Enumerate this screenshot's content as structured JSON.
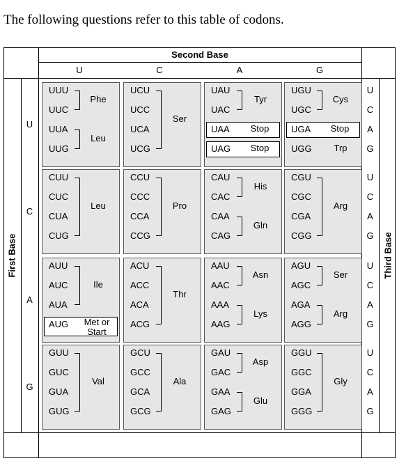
{
  "intro": "The following questions refer to this table of codons.",
  "second_base": {
    "title": "Second Base",
    "letters": [
      "U",
      "C",
      "A",
      "G"
    ]
  },
  "first_base": {
    "title": "First Base",
    "letters": [
      "U",
      "C",
      "A",
      "G"
    ]
  },
  "third_base": {
    "title": "Third Base",
    "letters": [
      "U",
      "C",
      "A",
      "G"
    ]
  },
  "grid": [
    [
      {
        "codons": [
          "UUU",
          "UUC",
          "UUA",
          "UUG"
        ],
        "groups": [
          {
            "start": 0,
            "end": 1,
            "aa": "Phe"
          },
          {
            "start": 2,
            "end": 3,
            "aa": "Leu"
          }
        ]
      },
      {
        "codons": [
          "UCU",
          "UCC",
          "UCA",
          "UCG"
        ],
        "groups": [
          {
            "start": 0,
            "end": 3,
            "aa": "Ser"
          }
        ]
      },
      {
        "codons": [
          "UAU",
          "UAC",
          "UAA",
          "UAG"
        ],
        "groups": [
          {
            "start": 0,
            "end": 1,
            "aa": "Tyr"
          },
          {
            "start": 2,
            "end": 2,
            "aa": "Stop",
            "box": true
          },
          {
            "start": 3,
            "end": 3,
            "aa": "Stop",
            "box": true
          }
        ]
      },
      {
        "codons": [
          "UGU",
          "UGC",
          "UGA",
          "UGG"
        ],
        "groups": [
          {
            "start": 0,
            "end": 1,
            "aa": "Cys"
          },
          {
            "start": 2,
            "end": 2,
            "aa": "Stop",
            "box": true
          },
          {
            "start": 3,
            "end": 3,
            "aa": "Trp"
          }
        ]
      }
    ],
    [
      {
        "codons": [
          "CUU",
          "CUC",
          "CUA",
          "CUG"
        ],
        "groups": [
          {
            "start": 0,
            "end": 3,
            "aa": "Leu"
          }
        ]
      },
      {
        "codons": [
          "CCU",
          "CCC",
          "CCA",
          "CCG"
        ],
        "groups": [
          {
            "start": 0,
            "end": 3,
            "aa": "Pro"
          }
        ]
      },
      {
        "codons": [
          "CAU",
          "CAC",
          "CAA",
          "CAG"
        ],
        "groups": [
          {
            "start": 0,
            "end": 1,
            "aa": "His"
          },
          {
            "start": 2,
            "end": 3,
            "aa": "Gln"
          }
        ]
      },
      {
        "codons": [
          "CGU",
          "CGC",
          "CGA",
          "CGG"
        ],
        "groups": [
          {
            "start": 0,
            "end": 3,
            "aa": "Arg"
          }
        ]
      }
    ],
    [
      {
        "codons": [
          "AUU",
          "AUC",
          "AUA",
          "AUG"
        ],
        "groups": [
          {
            "start": 0,
            "end": 2,
            "aa": "Ile"
          },
          {
            "start": 3,
            "end": 3,
            "aa": "Met or Start",
            "box": true
          }
        ]
      },
      {
        "codons": [
          "ACU",
          "ACC",
          "ACA",
          "ACG"
        ],
        "groups": [
          {
            "start": 0,
            "end": 3,
            "aa": "Thr"
          }
        ]
      },
      {
        "codons": [
          "AAU",
          "AAC",
          "AAA",
          "AAG"
        ],
        "groups": [
          {
            "start": 0,
            "end": 1,
            "aa": "Asn"
          },
          {
            "start": 2,
            "end": 3,
            "aa": "Lys"
          }
        ]
      },
      {
        "codons": [
          "AGU",
          "AGC",
          "AGA",
          "AGG"
        ],
        "groups": [
          {
            "start": 0,
            "end": 1,
            "aa": "Ser"
          },
          {
            "start": 2,
            "end": 3,
            "aa": "Arg"
          }
        ]
      }
    ],
    [
      {
        "codons": [
          "GUU",
          "GUC",
          "GUA",
          "GUG"
        ],
        "groups": [
          {
            "start": 0,
            "end": 3,
            "aa": "Val"
          }
        ]
      },
      {
        "codons": [
          "GCU",
          "GCC",
          "GCA",
          "GCG"
        ],
        "groups": [
          {
            "start": 0,
            "end": 3,
            "aa": "Ala"
          }
        ]
      },
      {
        "codons": [
          "GAU",
          "GAC",
          "GAA",
          "GAG"
        ],
        "groups": [
          {
            "start": 0,
            "end": 1,
            "aa": "Asp"
          },
          {
            "start": 2,
            "end": 3,
            "aa": "Glu"
          }
        ]
      },
      {
        "codons": [
          "GGU",
          "GGC",
          "GGA",
          "GGG"
        ],
        "groups": [
          {
            "start": 0,
            "end": 3,
            "aa": "Gly"
          }
        ]
      }
    ]
  ]
}
